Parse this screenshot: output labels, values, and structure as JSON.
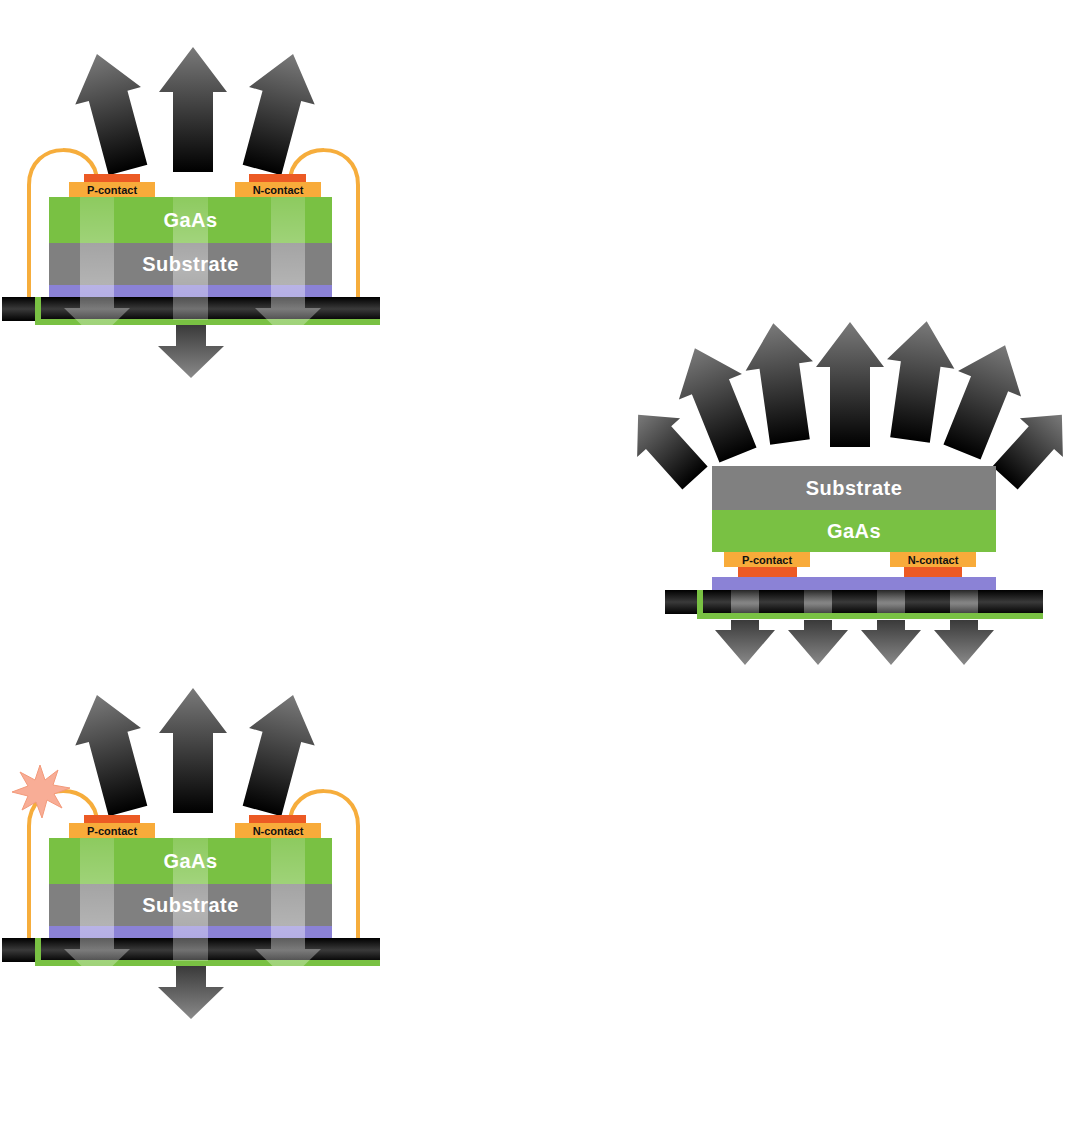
{
  "diagram": {
    "nodes": [
      {
        "text": [
          "P-contact"
        ]
      },
      {
        "text": [
          "N-contact"
        ]
      },
      {
        "text": [
          "GaAs"
        ]
      },
      {
        "text": [
          "Substrate"
        ]
      },
      {
        "text": [
          "Substrate"
        ]
      },
      {
        "text": [
          "GaAs"
        ]
      },
      {
        "text": [
          "P-contact"
        ]
      },
      {
        "text": [
          "N-contact"
        ]
      },
      {
        "text": [
          "P-contact"
        ]
      },
      {
        "text": [
          "N-contact"
        ]
      },
      {
        "text": [
          "GaAs"
        ]
      },
      {
        "text": [
          "Substrate"
        ]
      }
    ]
  }
}
